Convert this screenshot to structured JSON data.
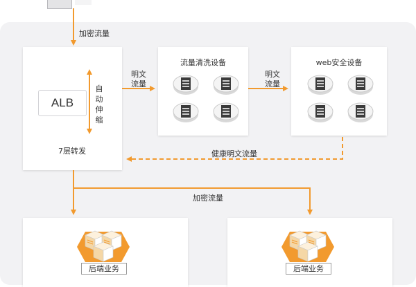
{
  "labels": {
    "encrypted_traffic_top": "加密流量",
    "plain_traffic_1_line1": "明文",
    "plain_traffic_1_line2": "流量",
    "plain_traffic_2_line1": "明文",
    "plain_traffic_2_line2": "流量",
    "health_plain_traffic": "健康明文流量",
    "encrypted_traffic_bottom": "加密流量"
  },
  "alb": {
    "name": "ALB",
    "autoscale": [
      "自",
      "动",
      "伸",
      "缩"
    ],
    "layer": "7层转发"
  },
  "devices": {
    "cleaning": {
      "title": "流量清洗设备"
    },
    "waf": {
      "title": "web安全设备"
    }
  },
  "backends": [
    {
      "label": "后端业务"
    },
    {
      "label": "后端业务"
    }
  ],
  "colors": {
    "accent": "#f29a2e",
    "panel_bg": "#f2f2f4",
    "card_bg": "#ffffff",
    "server_dark": "#3b3b3b",
    "cube_light": "#fdf1dd",
    "cube_mid": "#f5d7a6"
  },
  "icons": [
    "server-disc-icon",
    "cube-cluster-icon",
    "hexagon-icon",
    "arrow-icon"
  ]
}
